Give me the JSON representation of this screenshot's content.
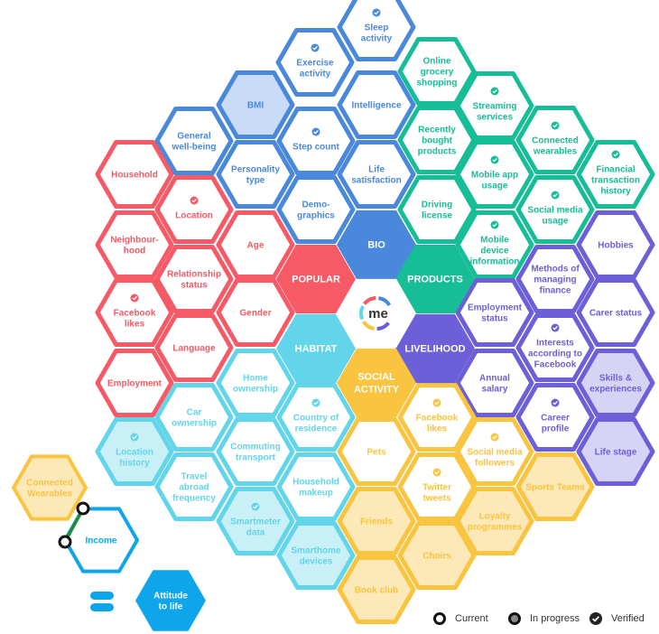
{
  "colors": {
    "bio": "#4a88dc",
    "products": "#17bd97",
    "livelihood": "#6d5fd8",
    "social": "#f9c440",
    "habitat": "#62d5ea",
    "popular": "#f55a66",
    "fill_bio": "#c9dbf6",
    "fill_products": "#c7efe3",
    "fill_livelihood": "#d7d3f5",
    "fill_social": "#fde9b7",
    "fill_habitat": "#caf0f7",
    "fill_popular": "#fdd0d4",
    "edge_green": "#1e8a3a",
    "attitude": "#0ea5ea"
  },
  "center": {
    "logo_text": "me"
  },
  "core": [
    {
      "label": "BIO",
      "cat": "bio"
    },
    {
      "label": "PRODUCTS",
      "cat": "products"
    },
    {
      "label": "LIVELIHOOD",
      "cat": "livelihood"
    },
    {
      "label": "SOCIAL ACTIVITY",
      "cat": "social"
    },
    {
      "label": "HABITAT",
      "cat": "habitat"
    },
    {
      "label": "POPULAR",
      "cat": "popular"
    }
  ],
  "hexes": [
    {
      "label": "Sleep activity",
      "cat": "bio",
      "state": "verified"
    },
    {
      "label": "Exercise activity",
      "cat": "bio",
      "state": "verified"
    },
    {
      "label": "BMI",
      "cat": "bio",
      "state": "filled"
    },
    {
      "label": "Intelligence",
      "cat": "bio",
      "state": "current"
    },
    {
      "label": "General well-being",
      "cat": "bio",
      "state": "current"
    },
    {
      "label": "Step count",
      "cat": "bio",
      "state": "verified"
    },
    {
      "label": "Personality type",
      "cat": "bio",
      "state": "current"
    },
    {
      "label": "Life satisfaction",
      "cat": "bio",
      "state": "current"
    },
    {
      "label": "Demo- graphics",
      "cat": "bio",
      "state": "current"
    },
    {
      "label": "Online grocery shopping",
      "cat": "products",
      "state": "current"
    },
    {
      "label": "Streaming services",
      "cat": "products",
      "state": "verified"
    },
    {
      "label": "Recently bought products",
      "cat": "products",
      "state": "current"
    },
    {
      "label": "Connected wearables",
      "cat": "products",
      "state": "verified"
    },
    {
      "label": "Mobile app usage",
      "cat": "products",
      "state": "verified"
    },
    {
      "label": "Financial transaction history",
      "cat": "products",
      "state": "verified"
    },
    {
      "label": "Driving license",
      "cat": "products",
      "state": "current"
    },
    {
      "label": "Social media usage",
      "cat": "products",
      "state": "verified"
    },
    {
      "label": "Mobile device information",
      "cat": "products",
      "state": "verified"
    },
    {
      "label": "Hobbies",
      "cat": "livelihood",
      "state": "current"
    },
    {
      "label": "Methods of managing finance",
      "cat": "livelihood",
      "state": "current"
    },
    {
      "label": "Employment status",
      "cat": "livelihood",
      "state": "current"
    },
    {
      "label": "Carer status",
      "cat": "livelihood",
      "state": "current"
    },
    {
      "label": "Interests according to Facebook",
      "cat": "livelihood",
      "state": "verified"
    },
    {
      "label": "Annual salary",
      "cat": "livelihood",
      "state": "current"
    },
    {
      "label": "Skills & experiences",
      "cat": "livelihood",
      "state": "filled"
    },
    {
      "label": "Career profile",
      "cat": "livelihood",
      "state": "verified"
    },
    {
      "label": "Life stage",
      "cat": "livelihood",
      "state": "filled"
    },
    {
      "label": "Facebook likes",
      "cat": "social",
      "state": "verified"
    },
    {
      "label": "Pets",
      "cat": "social",
      "state": "current"
    },
    {
      "label": "Social media followers",
      "cat": "social",
      "state": "verified"
    },
    {
      "label": "Twitter tweets",
      "cat": "social",
      "state": "verified"
    },
    {
      "label": "Sports Teams",
      "cat": "social",
      "state": "filled"
    },
    {
      "label": "Friends",
      "cat": "social",
      "state": "filled"
    },
    {
      "label": "Loyalty programmes",
      "cat": "social",
      "state": "filled"
    },
    {
      "label": "Choirs",
      "cat": "social",
      "state": "filled"
    },
    {
      "label": "Book club",
      "cat": "social",
      "state": "filled"
    },
    {
      "label": "Home ownership",
      "cat": "habitat",
      "state": "current"
    },
    {
      "label": "Car ownership",
      "cat": "habitat",
      "state": "current"
    },
    {
      "label": "Country of residence",
      "cat": "habitat",
      "state": "verified"
    },
    {
      "label": "Location history",
      "cat": "habitat",
      "state": "verified-filled"
    },
    {
      "label": "Commuting transport",
      "cat": "habitat",
      "state": "current"
    },
    {
      "label": "Travel abroad frequency",
      "cat": "habitat",
      "state": "current"
    },
    {
      "label": "Household makeup",
      "cat": "habitat",
      "state": "current"
    },
    {
      "label": "Smartmeter data",
      "cat": "habitat",
      "state": "verified-filled"
    },
    {
      "label": "Smarthome devices",
      "cat": "habitat",
      "state": "filled"
    },
    {
      "label": "Household",
      "cat": "popular",
      "state": "current"
    },
    {
      "label": "Location",
      "cat": "popular",
      "state": "verified"
    },
    {
      "label": "Neighbour- hood",
      "cat": "popular",
      "state": "current"
    },
    {
      "label": "Age",
      "cat": "popular",
      "state": "current"
    },
    {
      "label": "Relationship status",
      "cat": "popular",
      "state": "current"
    },
    {
      "label": "Facebook likes",
      "cat": "popular",
      "state": "verified"
    },
    {
      "label": "Gender",
      "cat": "popular",
      "state": "current"
    },
    {
      "label": "Language",
      "cat": "popular",
      "state": "current"
    },
    {
      "label": "Employment",
      "cat": "popular",
      "state": "current"
    }
  ],
  "edge_example": {
    "from": "Connected Wearables",
    "to": "Income"
  },
  "attitude": {
    "label": "Attitude to life"
  },
  "legend": [
    {
      "label": "Current",
      "icon": "current-ring"
    },
    {
      "label": "In progress",
      "icon": "in-progress-dot"
    },
    {
      "label": "Verified",
      "icon": "verified-check"
    }
  ]
}
